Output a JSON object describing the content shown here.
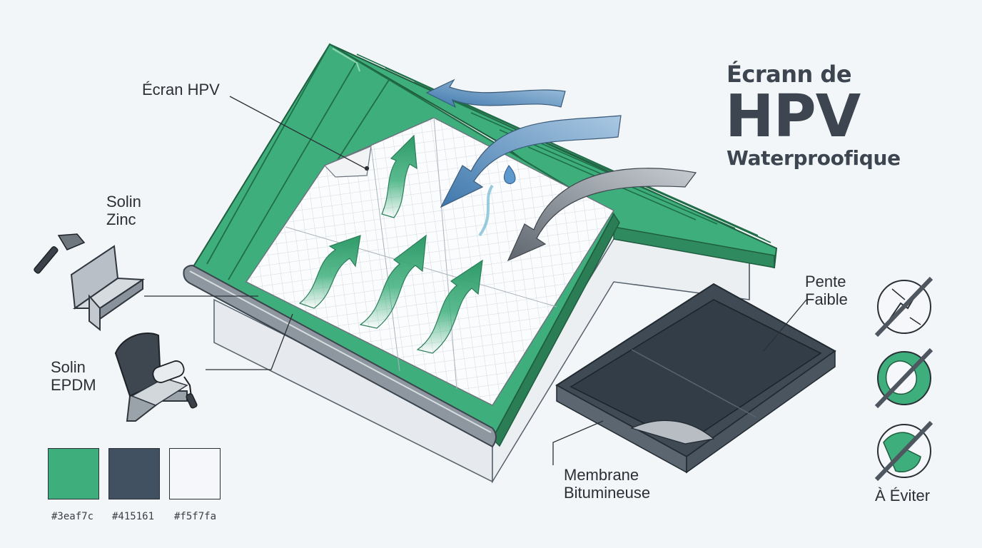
{
  "title": {
    "line1": "Écrann de",
    "line2": "HPV",
    "line3": "Waterproofique"
  },
  "labels": {
    "ecran_hpv": "Écran HPV",
    "solin_zinc": "Solin\nZinc",
    "solin_epdm": "Solin\nEPDM",
    "pente_faible": "Pente\nFaible",
    "membrane_bitumineuse": "Membrane\nBitumineuse",
    "a_eviter": "À Éviter"
  },
  "palette": [
    {
      "color": "#3eaf7c",
      "code": "#3eaf7c"
    },
    {
      "color": "#415161",
      "code": "#415161"
    },
    {
      "color": "#f5f7fa",
      "code": "#f5f7fa"
    }
  ],
  "colors": {
    "roof_green": "#3eaf7c",
    "dark_slate": "#415161",
    "membrane_white": "#f5f7fa",
    "airflow_blue": "#4f86b8",
    "airflow_grey": "#6f7680"
  },
  "icons": {
    "avoid_1": "no-torn-membrane-icon",
    "avoid_2": "no-mold-icon",
    "avoid_3": "no-cracked-surface-icon",
    "tool_1": "hammer-icon",
    "tool_2": "paint-roller-icon"
  }
}
